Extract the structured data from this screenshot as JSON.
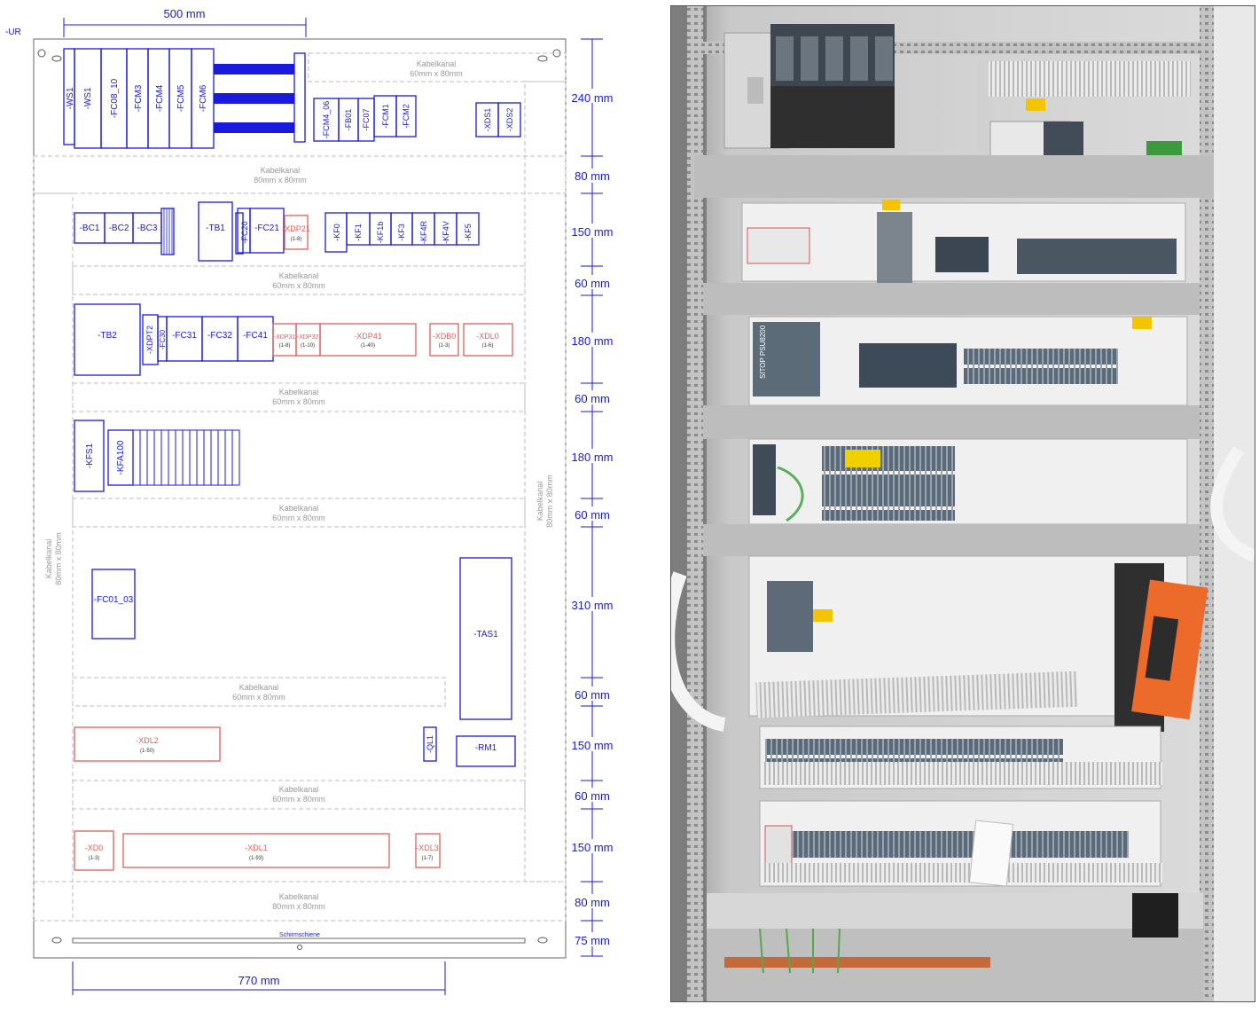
{
  "corner_label": "-UR",
  "dims": {
    "top_width": "500 mm",
    "bottom_width": "770 mm",
    "rows": [
      "240 mm",
      "80 mm",
      "150 mm",
      "60 mm",
      "180 mm",
      "60 mm",
      "180 mm",
      "60 mm",
      "310 mm",
      "60 mm",
      "150 mm",
      "60 mm",
      "150 mm",
      "80 mm",
      "75 mm"
    ]
  },
  "channels": {
    "kabelkanal": "Kabelkanal",
    "size_60": "60mm x 80mm",
    "size_80": "80mm x 80mm",
    "schirmschiene": "Schirmschiene"
  },
  "components": {
    "ws2": "-WS1",
    "ws1": "-WS1",
    "fc08": "-FC08_10",
    "fcm3": "-FCM3",
    "fcm4": "-FCM4",
    "fcm5": "-FCM5",
    "fcm6": "-FCM6",
    "fcm4_06": "-FCM4_06",
    "fb01": "-FB01",
    "fc07": "-FC07",
    "fcm1": "-FCM1",
    "fcm2": "-FCM2",
    "xds1": "-XDS1",
    "xds2": "-XDS2",
    "bc1": "-BC1",
    "bc2": "-BC2",
    "bc3": "-BC3",
    "tb1": "-TB1",
    "fc20": "-FC20",
    "fc21": "-FC21",
    "xdp21": "-XDP21",
    "xdp21_r": "(1-8)",
    "kf0": "-KF0",
    "kf1": "-KF1",
    "kf1b": "-KF1b",
    "kf3": "-KF3",
    "kf4r": "-KF4R",
    "kf4v": "-KF4V",
    "kf5": "-KF5",
    "tb2": "-TB2",
    "xdpt2": "-XDPT2",
    "fc30": "-FC30",
    "fc31": "-FC31",
    "fc32": "-FC32",
    "fc41": "-FC41",
    "xdp31": "-XDP31",
    "xdp31_r": "(1-8)",
    "xdp32": "-XDP32",
    "xdp32_r": "(1-10)",
    "xdp41": "-XDP41",
    "xdp41_r": "(1-40)",
    "xdb0": "-XDB0",
    "xdb0_r": "(1-3)",
    "xdl0": "-XDL0",
    "xdl0_r": "(1-6)",
    "kfs1": "-KFS1",
    "kfa100": "-KFA100",
    "fc01_03": "-FC01_03",
    "tas1": "-TAS1",
    "xdl2": "-XDL2",
    "xdl2_r": "(1-50)",
    "ql1": "-QL1",
    "rm1": "-RM1",
    "xd0": "-XD0",
    "xd0_r": "(1-3)",
    "xdl1": "-XDL1",
    "xdl1_r": "(1-93)",
    "xdl3": "-XDL3",
    "xdl3_r": "(1-7)"
  },
  "photo": {
    "psu_label": "SITOP PSU8200"
  }
}
